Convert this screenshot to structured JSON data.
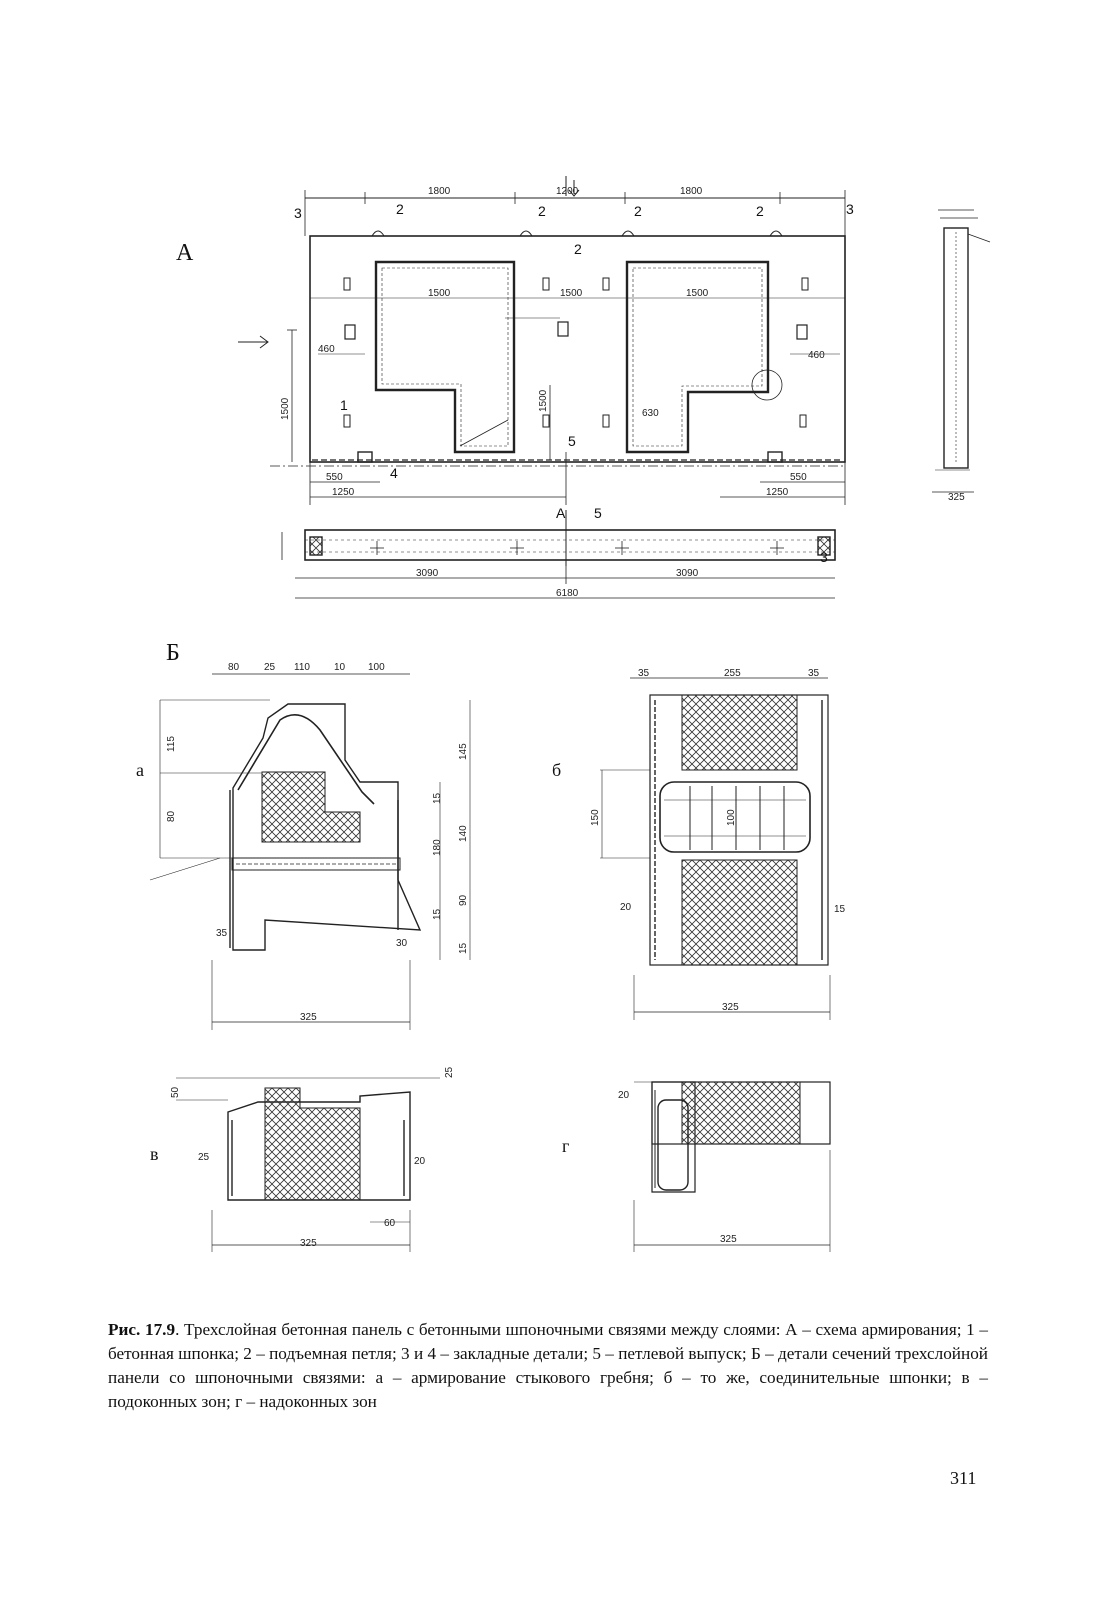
{
  "figure": {
    "panel_a_label": "А",
    "panel_b_label": "Б",
    "sub_a": "а",
    "sub_b": "б",
    "sub_v": "в",
    "sub_g": "г",
    "section_mark": "А",
    "callouts": {
      "c1": "1",
      "c2": "2",
      "c3": "3",
      "c4": "4",
      "c5": "5"
    },
    "dims_a": {
      "top_1": "1800",
      "top_2": "1200",
      "top_3": "1800",
      "win_1": "1500",
      "win_2": "1500",
      "win_3": "1500",
      "left_h": "1500",
      "mid_h": "1500",
      "bot_l1": "550",
      "bot_l2": "1250",
      "bot_r1": "550",
      "bot_r2": "1250",
      "s460_l": "460",
      "s460_r": "460",
      "s630": "630",
      "ov_l": "3090",
      "ov_r": "3090",
      "ov_total": "6180",
      "side_w": "325"
    },
    "dims_b": {
      "top_80": "80",
      "top_25": "25",
      "top_110": "110",
      "top_10": "10",
      "top_100": "100",
      "v115": "115",
      "v80": "80",
      "v145": "145",
      "v140": "140",
      "v180": "180",
      "v15a": "15",
      "v90": "90",
      "v15b": "15",
      "v15c": "15",
      "h35": "35",
      "h30": "30",
      "w325": "325"
    },
    "dims_c": {
      "top_35a": "35",
      "top_255": "255",
      "top_35b": "35",
      "v150": "150",
      "v100": "100",
      "v20": "20",
      "v15": "15",
      "w325": "325"
    },
    "dims_d": {
      "v50": "50",
      "v25": "25",
      "v25b": "25",
      "v20": "20",
      "h60": "60",
      "w325": "325"
    },
    "dims_e": {
      "v20": "20",
      "w325": "325"
    }
  },
  "caption": {
    "label": "Рис. 17.9",
    "text": ". Трехслойная бетонная панель с бетонными шпоночными связями между слоями: А – схема армирования; 1 – бетонная шпонка; 2 – подъемная петля; 3 и 4 – закладные детали; 5 – петлевой выпуск; Б – детали сечений трехслойной панели со шпоночными связями: а – армирование стыкового гребня; б – то же, соединительные шпонки; в – подоконных зон; г – надоконных зон"
  },
  "page_number": "311"
}
